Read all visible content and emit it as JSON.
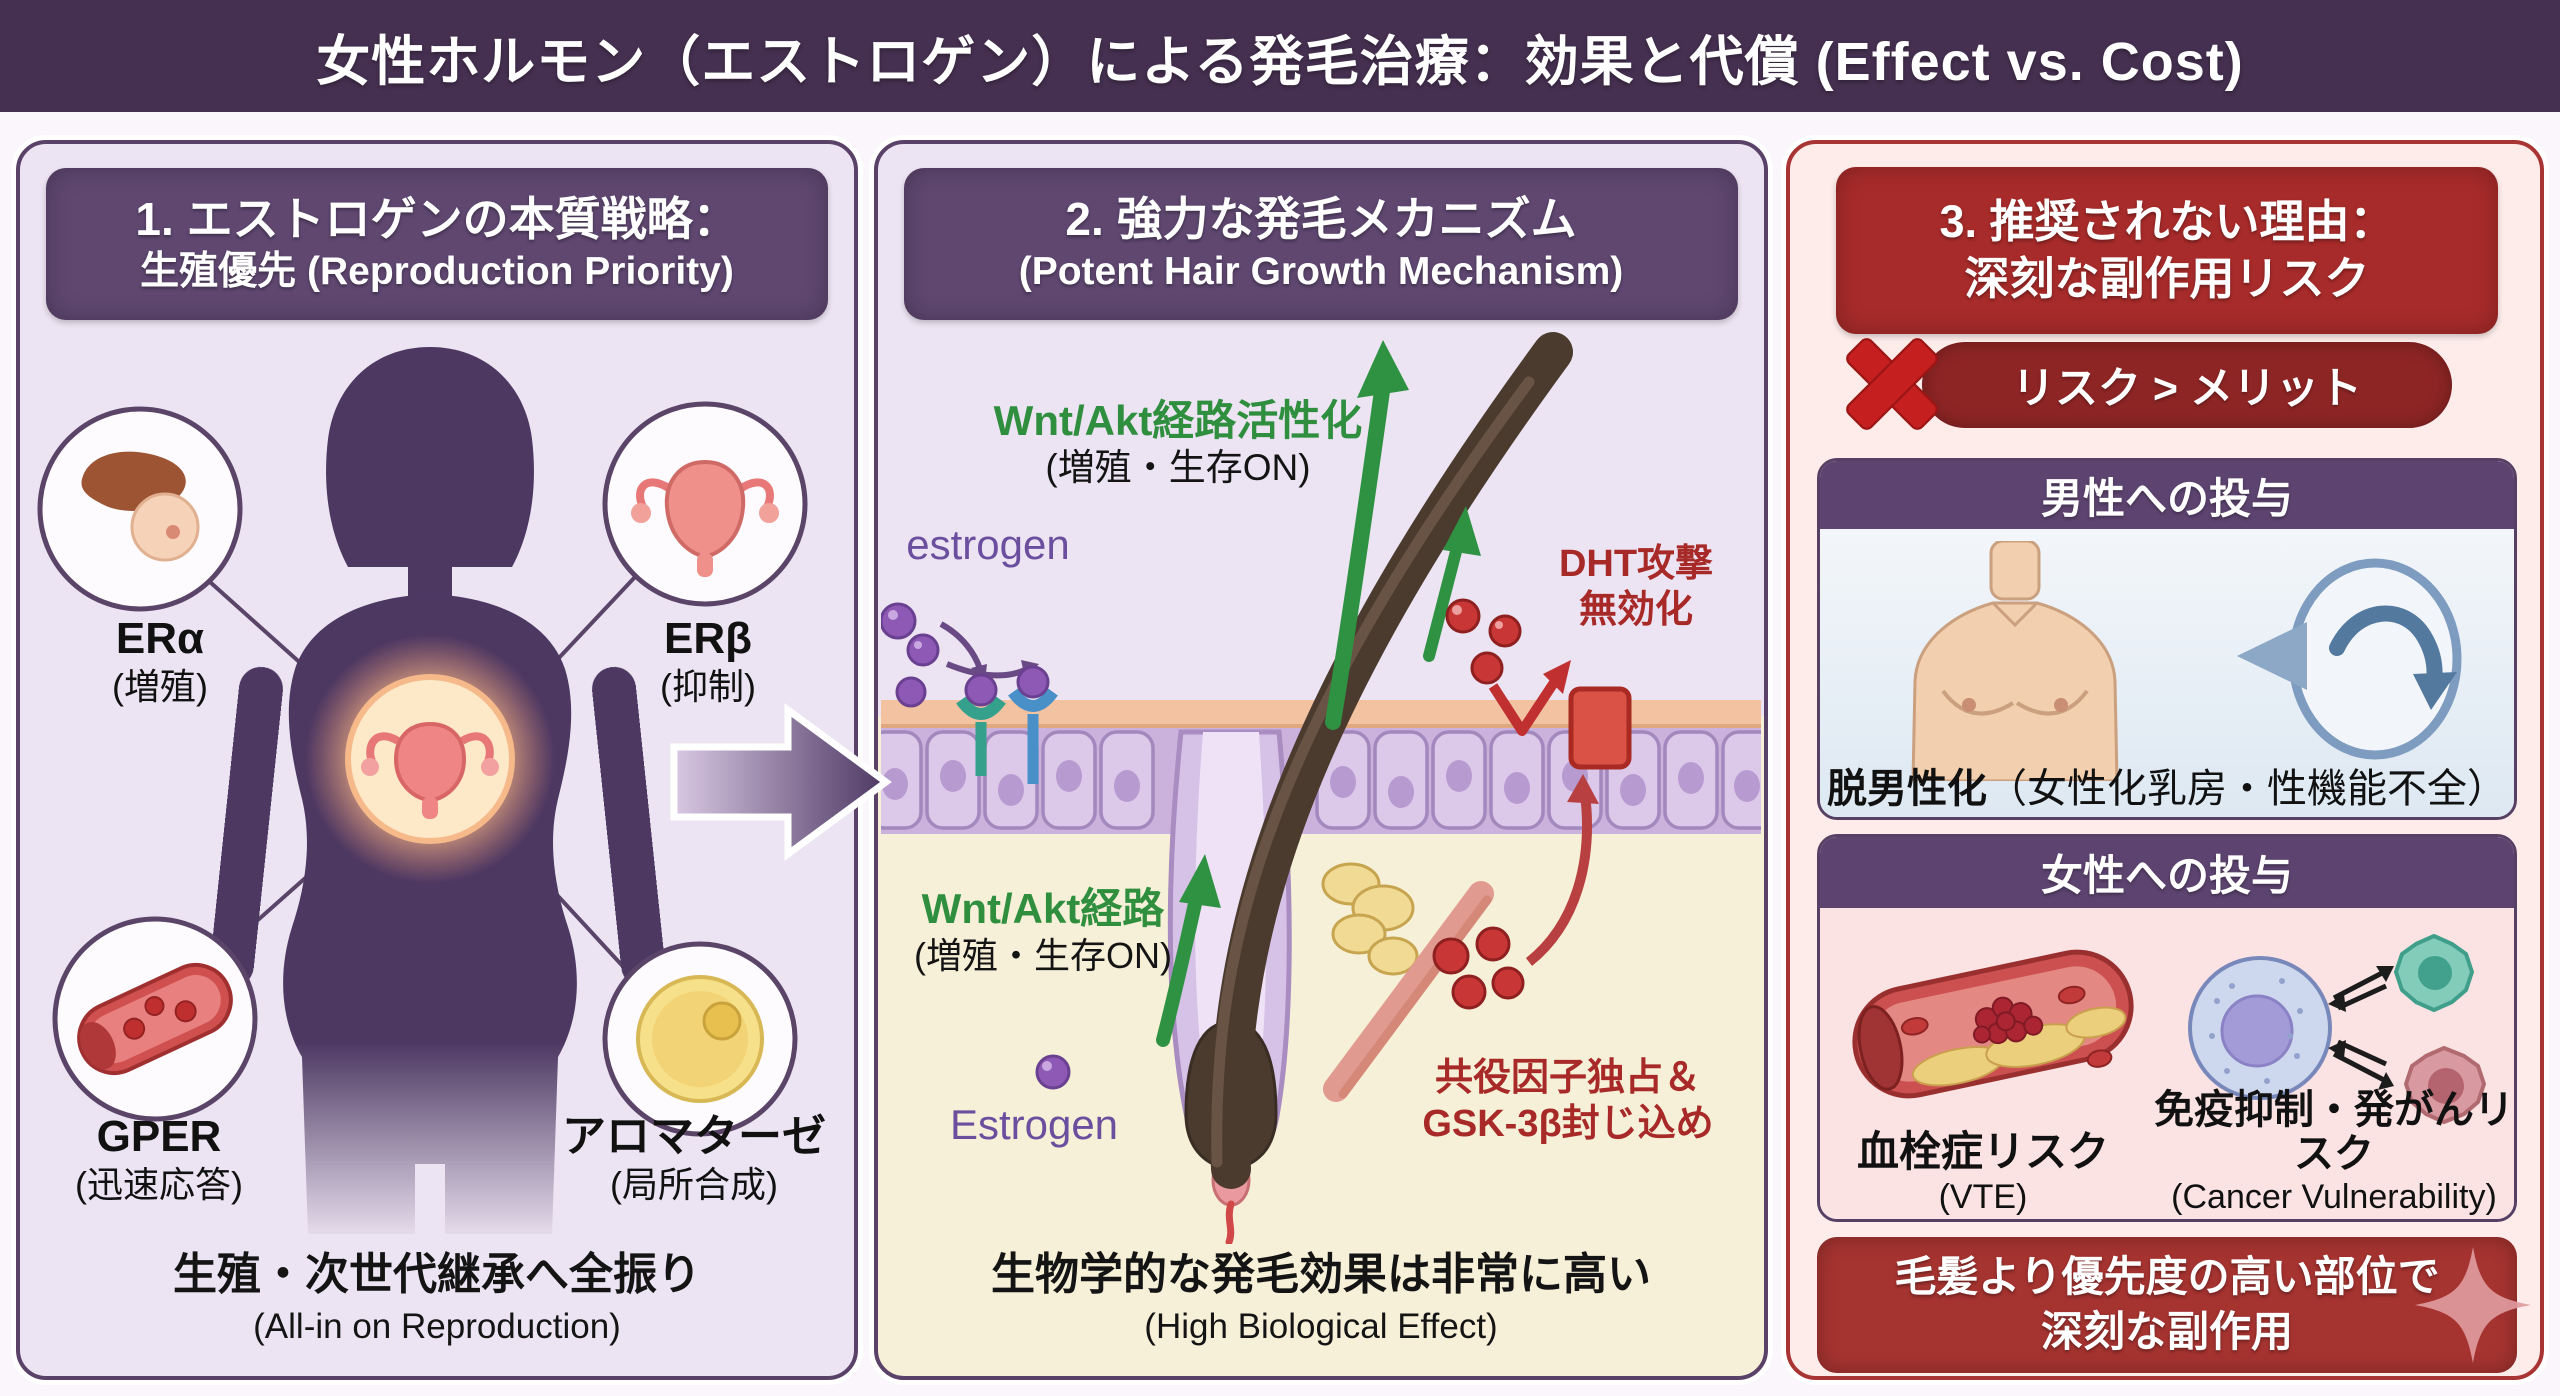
{
  "title": "女性ホルモン（エストロゲン）による発毛治療：効果と代償 (Effect vs. Cost)",
  "colors": {
    "title_bg": "#463051",
    "panel_purple_bg": "#ece4f2",
    "panel_border_purple": "#5a4167",
    "header_purple": "#5f4770",
    "panel3_bg": "#fdecea",
    "panel3_red": "#a72b2a",
    "pill_red": "#8e2525",
    "green_text": "#2f8f3f",
    "red_text": "#a82a28",
    "purple_text": "#6b4f9e",
    "cream_bg": "#f7f0d8",
    "footer_red": "#a53330"
  },
  "icons": {
    "x_mark": "✕",
    "sparkle": "✦",
    "rotate_arrow": "↻",
    "big_arrow_right": "→",
    "double_arrow": "⇄"
  },
  "panel1": {
    "header_line1": "1. エストロゲンの本質戦略：",
    "header_line2": "生殖優先 (Reproduction Priority)",
    "receptors": [
      {
        "name": "ERα",
        "sub": "(増殖)"
      },
      {
        "name": "ERβ",
        "sub": "(抑制)"
      },
      {
        "name": "GPER",
        "sub": "(迅速応答)"
      },
      {
        "name": "アロマターゼ",
        "sub": "(局所合成)"
      }
    ],
    "footer_line1": "生殖・次世代継承へ全振り",
    "footer_line2": "(All-in on Reproduction)"
  },
  "panel2": {
    "header_line1": "2. 強力な発毛メカニズム",
    "header_line2": "(Potent Hair Growth Mechanism)",
    "annotations": {
      "wnt_top": "Wnt/Akt経路活性化",
      "wnt_top_sub": "(増殖・生存ON)",
      "estrogen_lower": "estrogen",
      "dht_line1": "DHT攻撃",
      "dht_line2": "無効化",
      "wnt_bottom": "Wnt/Akt経路",
      "wnt_bottom_sub": "(増殖・生存ON)",
      "estrogen_cap": "Estrogen",
      "cofactor_line1": "共役因子独占＆",
      "cofactor_line2": "GSK-3β封じ込め"
    },
    "footer_line1": "生物学的な発毛効果は非常に高い",
    "footer_line2": "(High Biological Effect)"
  },
  "panel3": {
    "header_line1": "3. 推奨されない理由：",
    "header_line2": "深刻な副作用リスク",
    "risk_badge": "リスク > メリット",
    "male": {
      "header": "男性への投与",
      "caption_bold": "脱男性化",
      "caption_rest": "（女性化乳房・性機能不全）"
    },
    "female": {
      "header": "女性への投与",
      "risk1": "血栓症リスク",
      "risk1_sub": "(VTE)",
      "risk2": "免疫抑制・発がんリスク",
      "risk2_sub": "(Cancer Vulnerability)"
    },
    "footer_line1": "毛髪より優先度の高い部位で",
    "footer_line2": "深刻な副作用"
  }
}
